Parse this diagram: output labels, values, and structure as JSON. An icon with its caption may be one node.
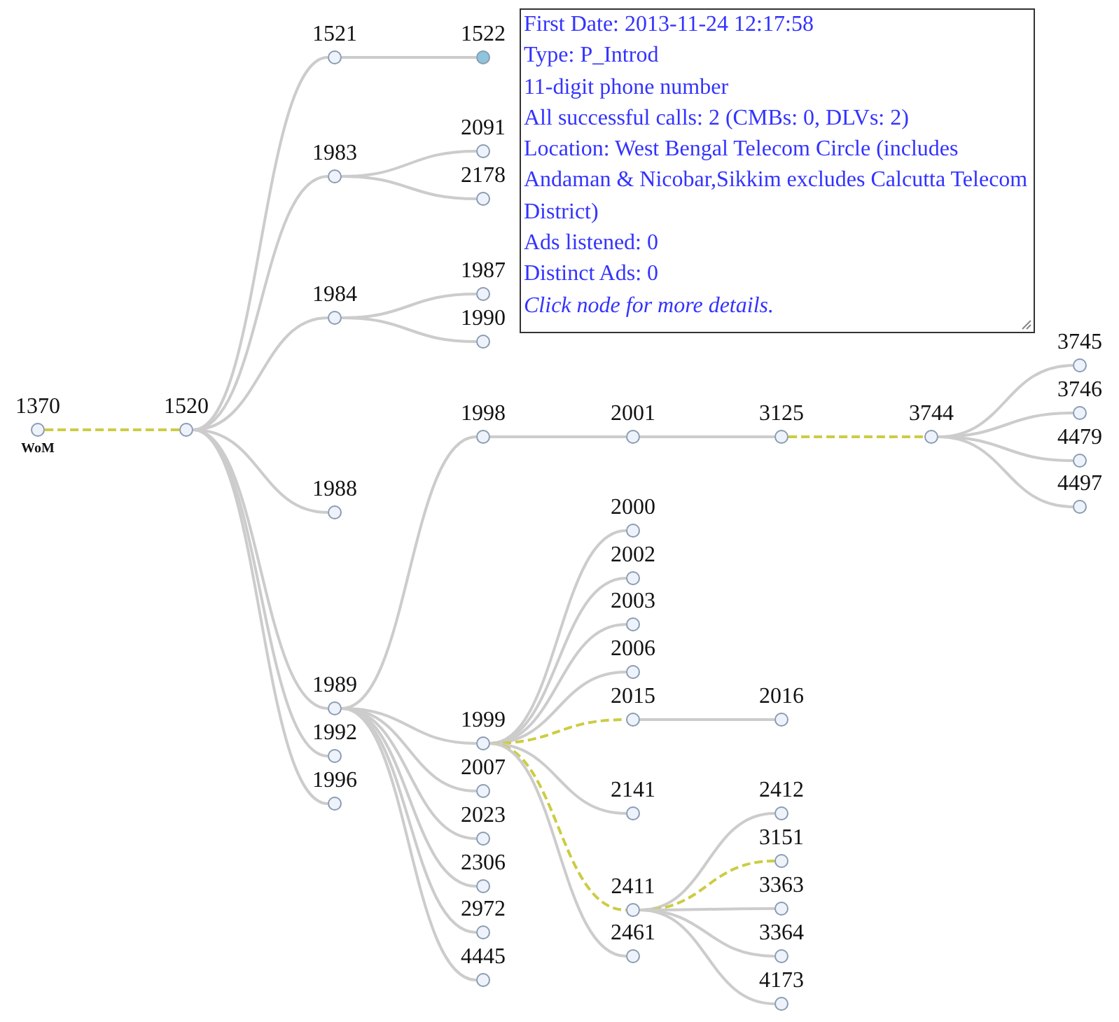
{
  "diagram": {
    "nodes": [
      {
        "text": [
          "1370"
        ],
        "beside": [
          "WoM"
        ]
      },
      {
        "text": [
          "1520"
        ]
      },
      {
        "text": [
          "1521"
        ]
      },
      {
        "text": [
          "1522"
        ]
      },
      {
        "text": [
          "1983"
        ]
      },
      {
        "text": [
          "2091"
        ]
      },
      {
        "text": [
          "2178"
        ]
      },
      {
        "text": [
          "1984"
        ]
      },
      {
        "text": [
          "1987"
        ]
      },
      {
        "text": [
          "1990"
        ]
      },
      {
        "text": [
          "1988"
        ]
      },
      {
        "text": [
          "1989"
        ]
      },
      {
        "text": [
          "1998"
        ]
      },
      {
        "text": [
          "2001"
        ]
      },
      {
        "text": [
          "3125"
        ]
      },
      {
        "text": [
          "3744"
        ]
      },
      {
        "text": [
          "3745"
        ]
      },
      {
        "text": [
          "3746"
        ]
      },
      {
        "text": [
          "4479"
        ]
      },
      {
        "text": [
          "4497"
        ]
      },
      {
        "text": [
          "1992"
        ]
      },
      {
        "text": [
          "1996"
        ]
      },
      {
        "text": [
          "1999"
        ]
      },
      {
        "text": [
          "2000"
        ]
      },
      {
        "text": [
          "2002"
        ]
      },
      {
        "text": [
          "2003"
        ]
      },
      {
        "text": [
          "2006"
        ]
      },
      {
        "text": [
          "2015"
        ]
      },
      {
        "text": [
          "2016"
        ]
      },
      {
        "text": [
          "2141"
        ]
      },
      {
        "text": [
          "2411"
        ]
      },
      {
        "text": [
          "2412"
        ]
      },
      {
        "text": [
          "3151"
        ]
      },
      {
        "text": [
          "3363"
        ]
      },
      {
        "text": [
          "3364"
        ]
      },
      {
        "text": [
          "4173"
        ]
      },
      {
        "text": [
          "2461"
        ]
      },
      {
        "text": [
          "2007"
        ]
      },
      {
        "text": [
          "2023"
        ]
      },
      {
        "text": [
          "2306"
        ]
      },
      {
        "text": [
          "2972"
        ]
      },
      {
        "text": [
          "4445"
        ]
      },
      {
        "text": [
          "First Date: 2013-11-24 12:17:58",
          "Type: P_Introd",
          "11-digit phone number",
          "All successful calls: 2 (CMBs: 0, DLVs: 2)",
          "Location: West Bengal Telecom Circle (includes Andaman & Nicobar,Sikkim excludes Calcutta Telecom District)",
          "Ads listened: 0",
          "Distinct Ads: 0",
          "Click node for more details."
        ]
      }
    ],
    "edges": [
      {
        "from": 0,
        "to": 1,
        "arrow": "none",
        "style": "dashed",
        "color": "#cccc44"
      },
      {
        "from": 1,
        "to": 2,
        "arrow": "none"
      },
      {
        "from": 1,
        "to": 4,
        "arrow": "none"
      },
      {
        "from": 1,
        "to": 7,
        "arrow": "none"
      },
      {
        "from": 1,
        "to": 10,
        "arrow": "none"
      },
      {
        "from": 1,
        "to": 11,
        "arrow": "none"
      },
      {
        "from": 1,
        "to": 20,
        "arrow": "none"
      },
      {
        "from": 1,
        "to": 21,
        "arrow": "none"
      },
      {
        "from": 2,
        "to": 3,
        "arrow": "none"
      },
      {
        "from": 4,
        "to": 5,
        "arrow": "none"
      },
      {
        "from": 4,
        "to": 6,
        "arrow": "none"
      },
      {
        "from": 7,
        "to": 8,
        "arrow": "none"
      },
      {
        "from": 7,
        "to": 9,
        "arrow": "none"
      },
      {
        "from": 11,
        "to": 12,
        "arrow": "none"
      },
      {
        "from": 11,
        "to": 22,
        "arrow": "none"
      },
      {
        "from": 11,
        "to": 37,
        "arrow": "none"
      },
      {
        "from": 11,
        "to": 38,
        "arrow": "none"
      },
      {
        "from": 11,
        "to": 39,
        "arrow": "none"
      },
      {
        "from": 11,
        "to": 40,
        "arrow": "none"
      },
      {
        "from": 11,
        "to": 41,
        "arrow": "none"
      },
      {
        "from": 12,
        "to": 13,
        "arrow": "none"
      },
      {
        "from": 13,
        "to": 14,
        "arrow": "none"
      },
      {
        "from": 14,
        "to": 15,
        "arrow": "none",
        "style": "dashed",
        "color": "#cccc44"
      },
      {
        "from": 15,
        "to": 16,
        "arrow": "none"
      },
      {
        "from": 15,
        "to": 17,
        "arrow": "none"
      },
      {
        "from": 15,
        "to": 18,
        "arrow": "none"
      },
      {
        "from": 15,
        "to": 19,
        "arrow": "none"
      },
      {
        "from": 22,
        "to": 23,
        "arrow": "none"
      },
      {
        "from": 22,
        "to": 24,
        "arrow": "none"
      },
      {
        "from": 22,
        "to": 25,
        "arrow": "none"
      },
      {
        "from": 22,
        "to": 26,
        "arrow": "none"
      },
      {
        "from": 22,
        "to": 27,
        "arrow": "none",
        "style": "dashed",
        "color": "#cccc44"
      },
      {
        "from": 22,
        "to": 29,
        "arrow": "none"
      },
      {
        "from": 22,
        "to": 30,
        "arrow": "none",
        "style": "dashed",
        "color": "#cccc44"
      },
      {
        "from": 22,
        "to": 36,
        "arrow": "none"
      },
      {
        "from": 27,
        "to": 28,
        "arrow": "none"
      },
      {
        "from": 30,
        "to": 31,
        "arrow": "none"
      },
      {
        "from": 30,
        "to": 32,
        "arrow": "none",
        "style": "dashed",
        "color": "#cccc44"
      },
      {
        "from": 30,
        "to": 33,
        "arrow": "none"
      },
      {
        "from": 30,
        "to": 34,
        "arrow": "none"
      },
      {
        "from": 30,
        "to": 35,
        "arrow": "none"
      }
    ]
  }
}
